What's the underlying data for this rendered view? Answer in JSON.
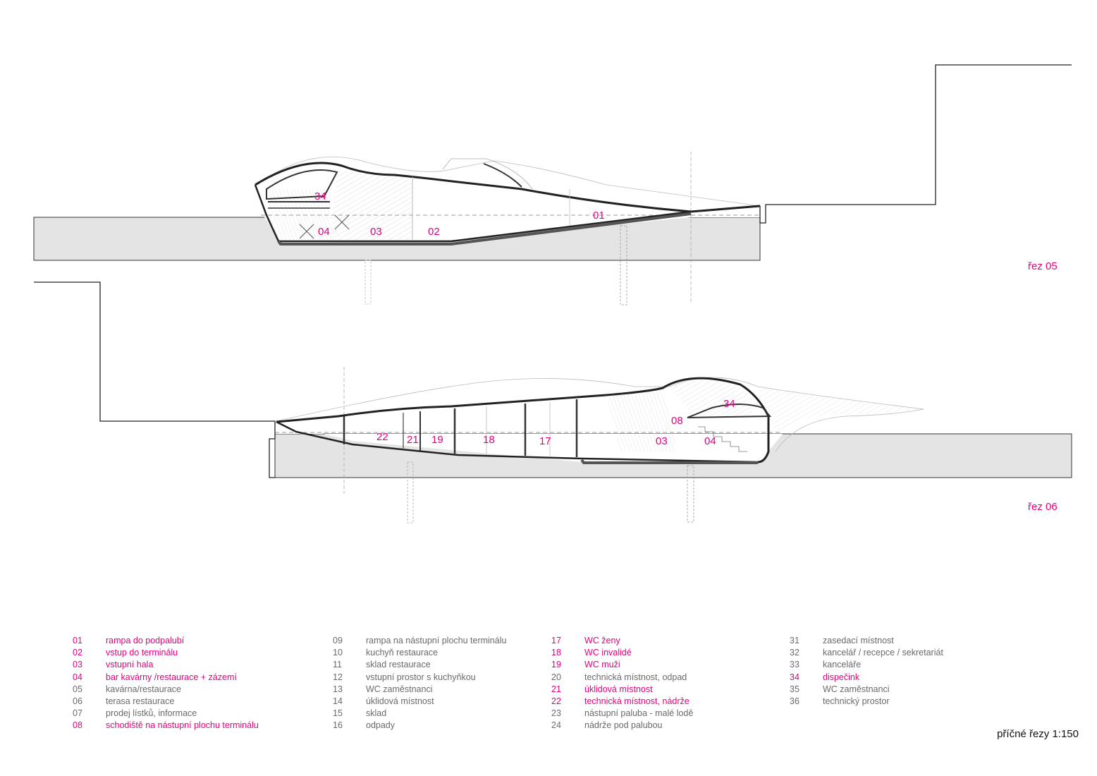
{
  "colors": {
    "highlight": "#e6007e",
    "regular_text": "#6a6a6a",
    "ground": "#e4e4e4",
    "line": "#222222"
  },
  "sections": [
    {
      "title": "řez 05",
      "labels": [
        "34",
        "04",
        "03",
        "02",
        "01"
      ]
    },
    {
      "title": "řez 06",
      "labels": [
        "22",
        "21",
        "19",
        "18",
        "17",
        "08",
        "34",
        "03",
        "04"
      ]
    }
  ],
  "legend": [
    [
      {
        "num": "01",
        "text": "rampa do podpalubí",
        "hl": true
      },
      {
        "num": "02",
        "text": "vstup do terminálu",
        "hl": true
      },
      {
        "num": "03",
        "text": "vstupní hala",
        "hl": true
      },
      {
        "num": "04",
        "text": "bar kavárny /restaurace + zázemí",
        "hl": true
      },
      {
        "num": "05",
        "text": "kavárna/restaurace",
        "hl": false
      },
      {
        "num": "06",
        "text": "terasa restaurace",
        "hl": false
      },
      {
        "num": "07",
        "text": "prodej lístků, informace",
        "hl": false
      },
      {
        "num": "08",
        "text": "schodiště na nástupní plochu terminálu",
        "hl": true
      }
    ],
    [
      {
        "num": "09",
        "text": "rampa na nástupní plochu terminálu",
        "hl": false
      },
      {
        "num": "10",
        "text": "kuchyň restaurace",
        "hl": false
      },
      {
        "num": "11",
        "text": "sklad restaurace",
        "hl": false
      },
      {
        "num": "12",
        "text": "vstupní prostor s kuchyňkou",
        "hl": false
      },
      {
        "num": "13",
        "text": "WC zaměstnanci",
        "hl": false
      },
      {
        "num": "14",
        "text": "úklidová místnost",
        "hl": false
      },
      {
        "num": "15",
        "text": "sklad",
        "hl": false
      },
      {
        "num": "16",
        "text": "odpady",
        "hl": false
      }
    ],
    [
      {
        "num": "17",
        "text": "WC ženy",
        "hl": true
      },
      {
        "num": "18",
        "text": "WC invalidé",
        "hl": true
      },
      {
        "num": "19",
        "text": "WC muži",
        "hl": true
      },
      {
        "num": "20",
        "text": "technická místnost, odpad",
        "hl": false
      },
      {
        "num": "21",
        "text": "úklidová místnost",
        "hl": true
      },
      {
        "num": "22",
        "text": "technická místnost, nádrže",
        "hl": true
      },
      {
        "num": "23",
        "text": "nástupní paluba - malé lodě",
        "hl": false
      },
      {
        "num": "24",
        "text": "nádrže pod palubou",
        "hl": false
      }
    ],
    [
      {
        "num": "31",
        "text": "zasedací místnost",
        "hl": false
      },
      {
        "num": "32",
        "text": "kancelář / recepce / sekretariát",
        "hl": false
      },
      {
        "num": "33",
        "text": "kanceláře",
        "hl": false
      },
      {
        "num": "34",
        "text": "dispečink",
        "hl": true
      },
      {
        "num": "35",
        "text": "WC zaměstnanci",
        "hl": false
      },
      {
        "num": "36",
        "text": "technický prostor",
        "hl": false
      }
    ]
  ],
  "scale_text": "příčné řezy 1:150"
}
